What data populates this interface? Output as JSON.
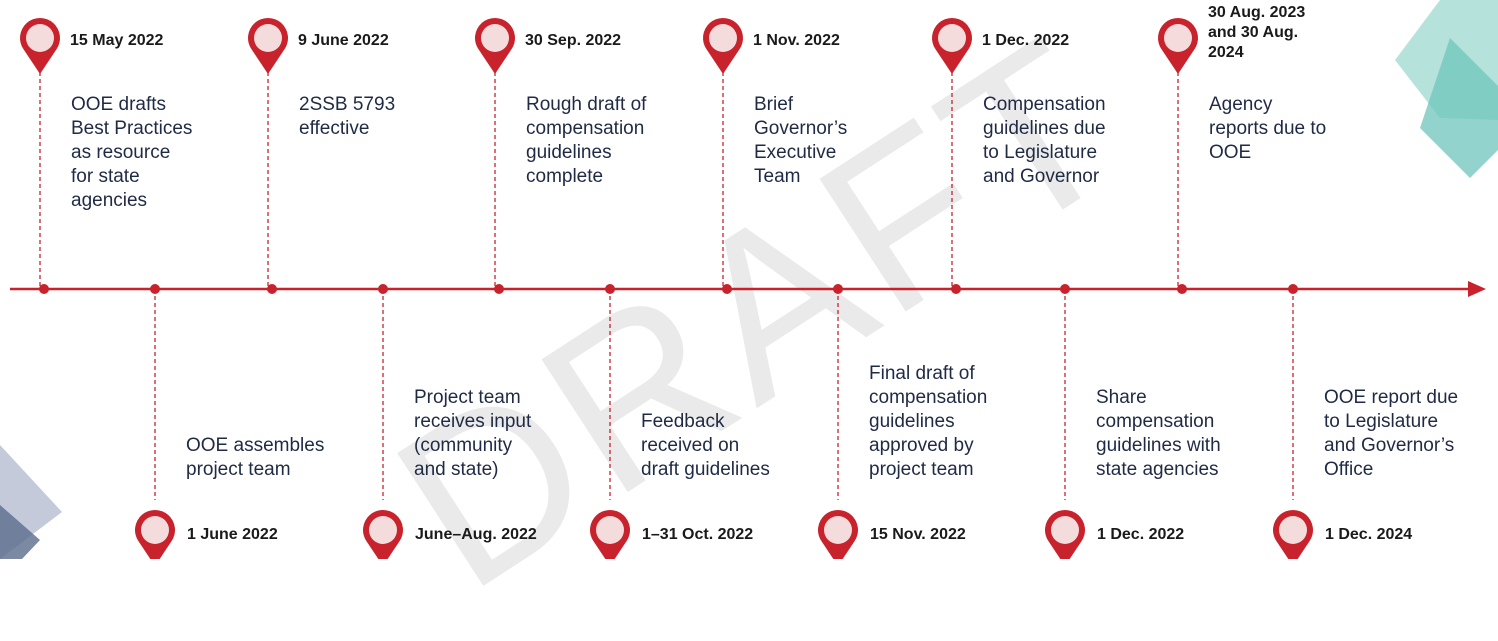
{
  "watermark": "DRAFT",
  "colors": {
    "accent": "#c8232c",
    "pin_inner": "#f5dcdc",
    "teal": "#6ec6bc",
    "slate": "#5b6b8c"
  },
  "top_events": [
    {
      "date": "15 May 2022",
      "text": "OOE drafts\nBest Practices\nas resource\nfor state\nagencies"
    },
    {
      "date": "9 June 2022",
      "text": "2SSB 5793\neffective"
    },
    {
      "date": "30 Sep. 2022",
      "text": "Rough draft of\ncompensation\nguidelines\ncomplete"
    },
    {
      "date": "1 Nov. 2022",
      "text": "Brief\nGovernor’s\nExecutive\nTeam"
    },
    {
      "date": "1 Dec. 2022",
      "text": "Compensation\nguidelines due\nto Legislature\nand Governor"
    },
    {
      "date": "30 Aug. 2023\nand 30 Aug.\n2024",
      "text": "Agency\nreports due to\nOOE"
    }
  ],
  "bottom_events": [
    {
      "date": "1 June 2022",
      "text": "OOE assembles\nproject team"
    },
    {
      "date": "June–Aug. 2022",
      "text": "Project team\nreceives input\n(community\nand state)"
    },
    {
      "date": "1–31 Oct. 2022",
      "text": "Feedback\nreceived on\ndraft guidelines"
    },
    {
      "date": "15 Nov. 2022",
      "text": "Final draft of\ncompensation\nguidelines\napproved by\nproject team"
    },
    {
      "date": "1 Dec. 2022",
      "text": "Share\ncompensation\nguidelines with\nstate agencies"
    },
    {
      "date": "1 Dec. 2024",
      "text": "OOE report due\nto Legislature\nand Governor’s\nOffice"
    }
  ]
}
